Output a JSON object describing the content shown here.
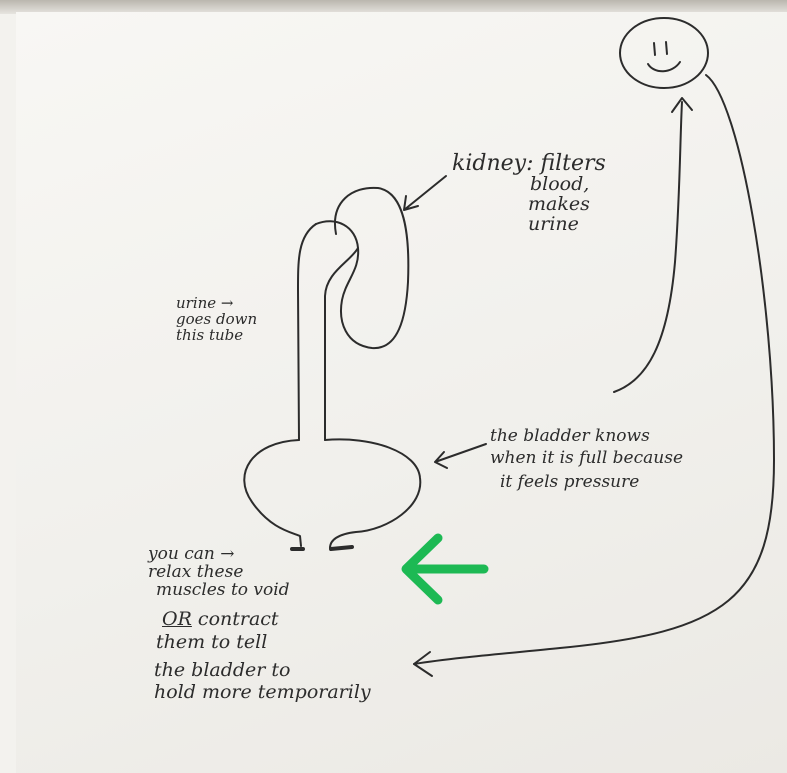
{
  "labels": {
    "kidney": {
      "line1": "kidney: filters",
      "line2": "blood,",
      "line3": "makes",
      "line4": "urine"
    },
    "tube": {
      "line1": "urine →",
      "line2": "goes down",
      "line3": "this tube"
    },
    "bladder": {
      "line1": "the bladder knows",
      "line2": "when it is full because",
      "line3": "it feels pressure"
    },
    "muscles": {
      "line1": "you can →",
      "line2": "relax these",
      "line3": "muscles to void",
      "line4_or": "OR",
      "line4_rest": " contract",
      "line5": "them to tell",
      "line6": "the bladder to",
      "line7": "hold more temporarily"
    }
  },
  "colors": {
    "ink": "#2c2c2c",
    "highlight_arrow": "#1db954",
    "paper": "#f4f3ef"
  },
  "icons": {
    "face": "smiley-face-icon",
    "highlight": "green-arrow-left-icon"
  }
}
